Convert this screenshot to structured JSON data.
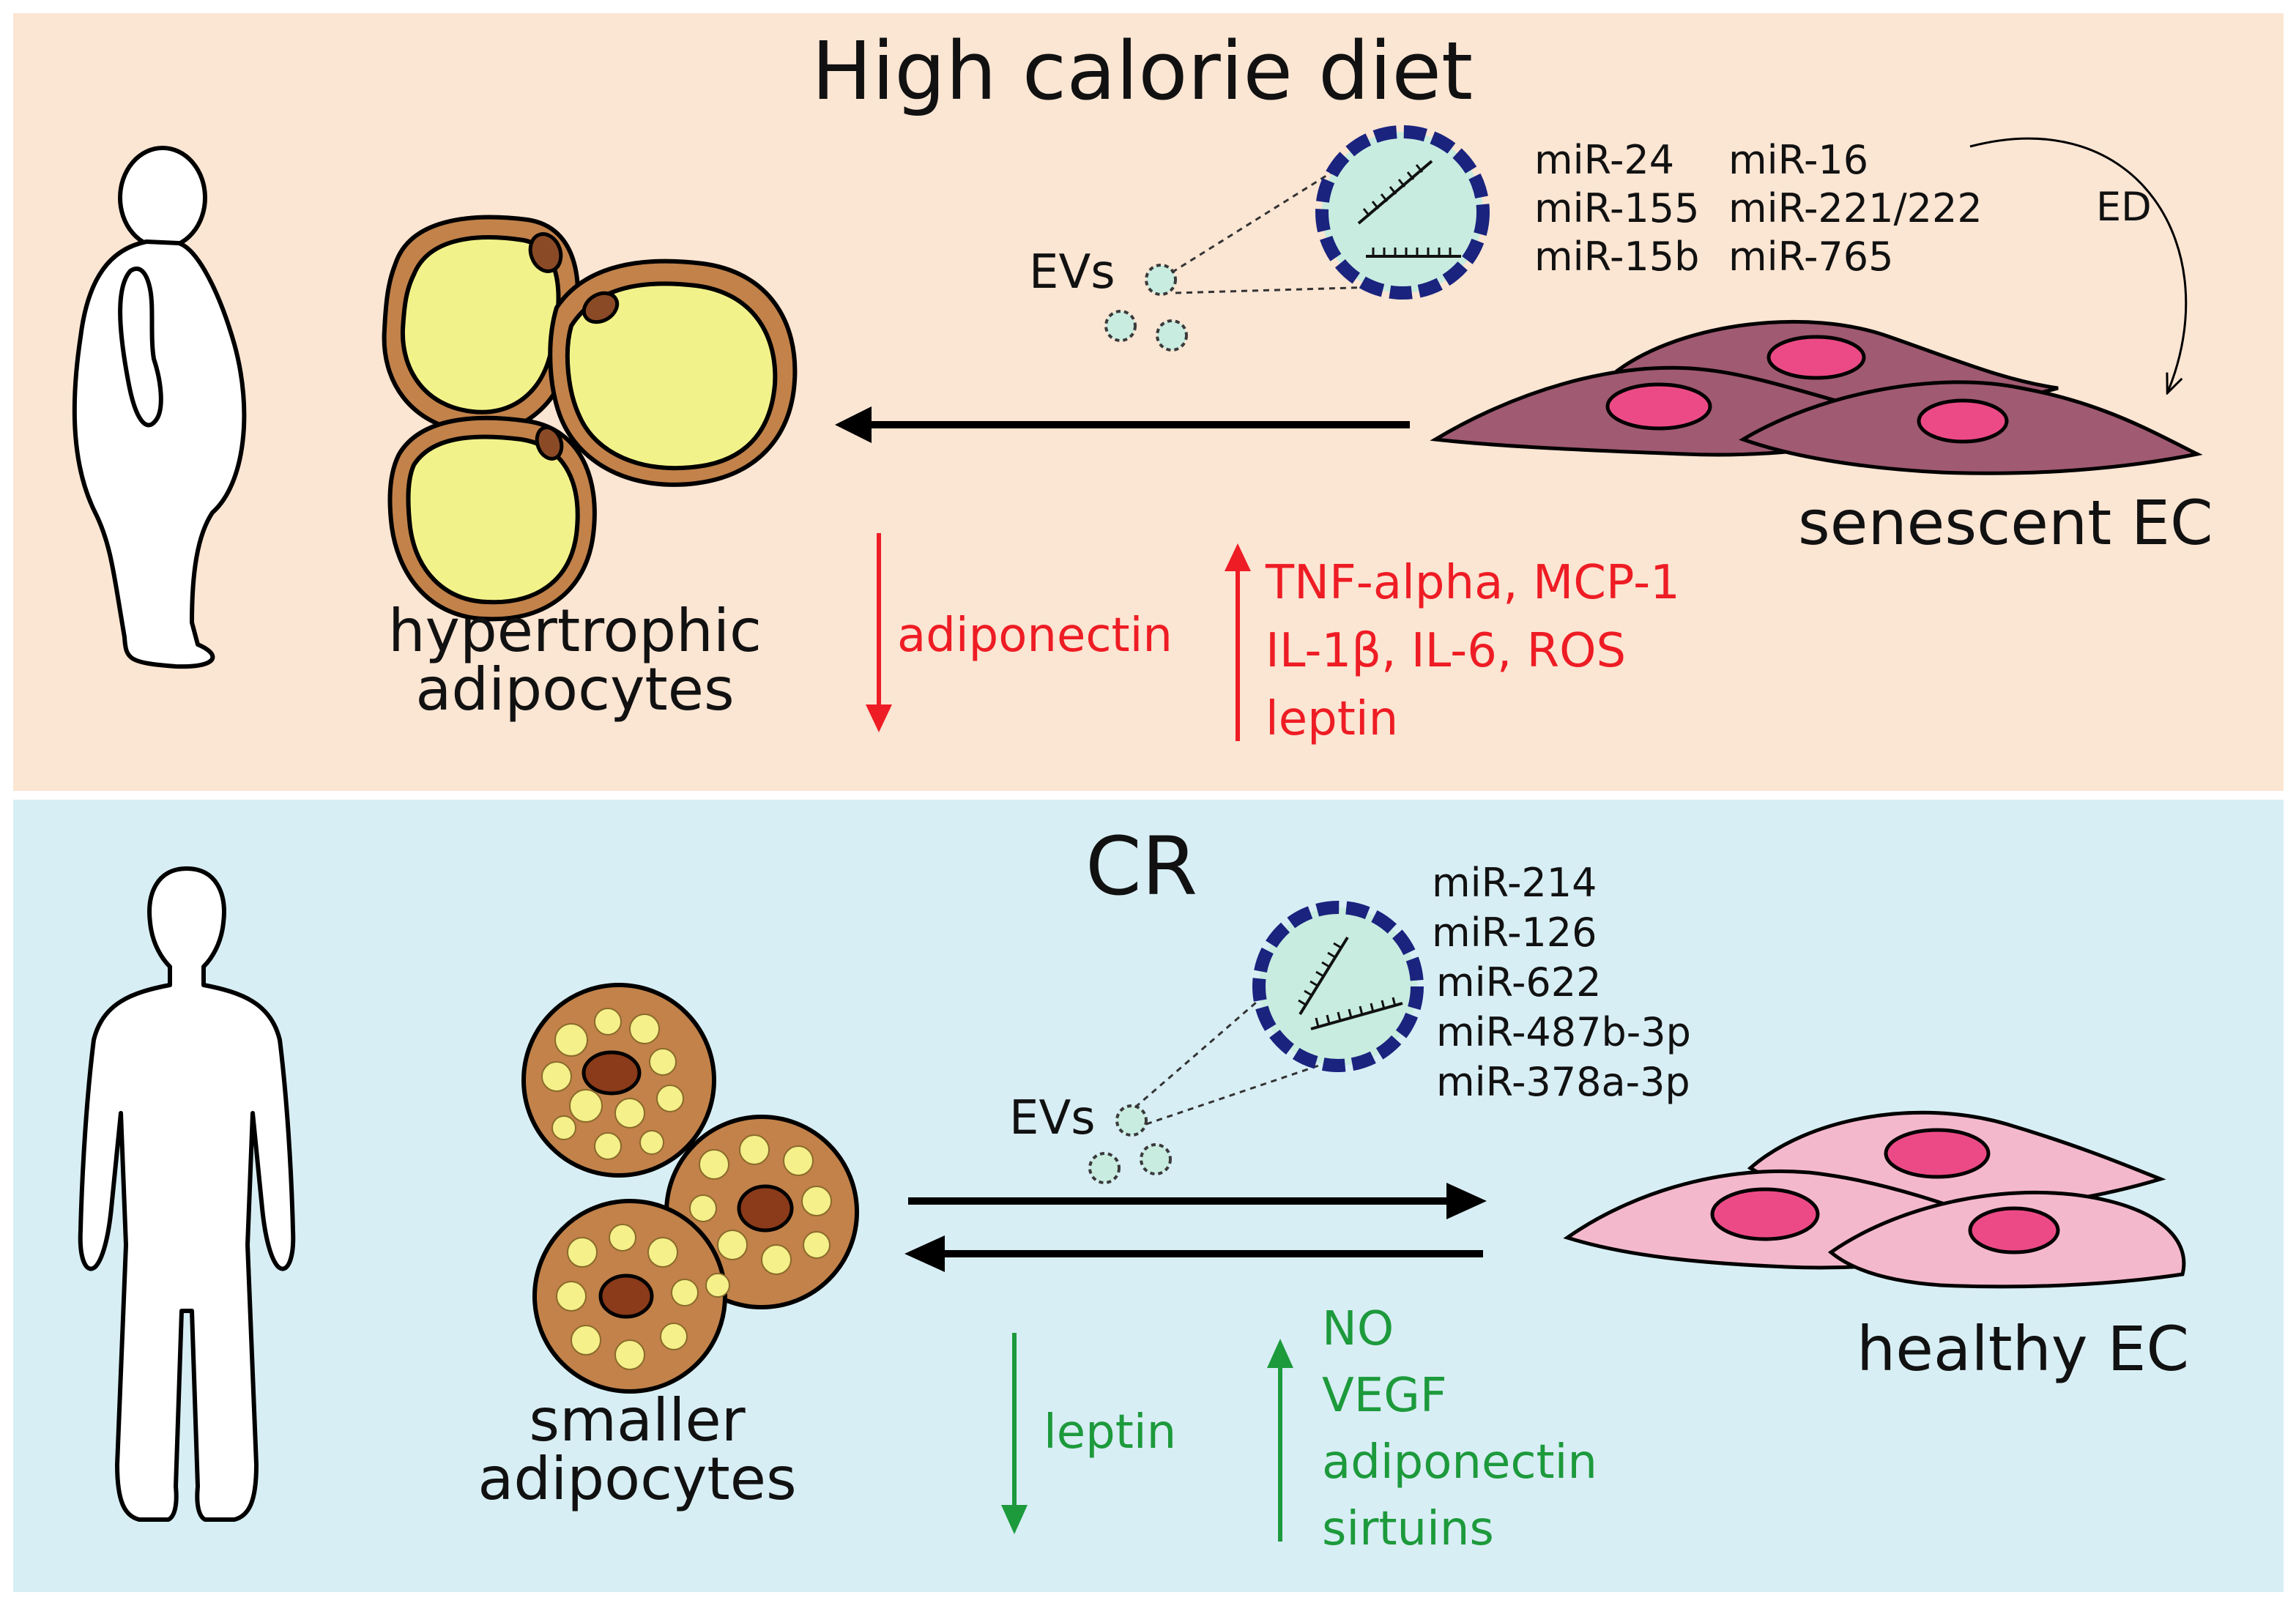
{
  "top": {
    "title": "High calorie diet",
    "adipocyte_label_line1": "hypertrophic",
    "adipocyte_label_line2": "adipocytes",
    "ev_label": "EVs",
    "mirnas_col1": [
      "miR-24",
      "miR-155",
      "miR-15b"
    ],
    "mirnas_col2": [
      "miR-16",
      "miR-221/222",
      "miR-765"
    ],
    "ed_label": "ED",
    "cell_label": "senescent EC",
    "down_factors": [
      "adiponectin"
    ],
    "up_factors": [
      "TNF-alpha, MCP-1",
      "IL-1β, IL-6, ROS",
      "leptin"
    ],
    "colors": {
      "background": "#fbe5d3",
      "factor": "#ee1c24",
      "cell": "#a05a72",
      "nucleus": "#ec4a86"
    }
  },
  "bottom": {
    "title": "CR",
    "adipocyte_label_line1": "smaller",
    "adipocyte_label_line2": "adipocytes",
    "ev_label": "EVs",
    "mirnas": [
      "miR-214",
      "miR-126",
      "miR-622",
      "miR-487b-3p",
      "miR-378a-3p"
    ],
    "cell_label": "healthy EC",
    "down_factors": [
      "leptin"
    ],
    "up_factors": [
      "NO",
      "VEGF",
      "adiponectin",
      "sirtuins"
    ],
    "colors": {
      "background": "#d8eef5",
      "factor": "#1d9a3c",
      "cell": "#f4b8cc",
      "nucleus": "#ec4a86"
    }
  }
}
